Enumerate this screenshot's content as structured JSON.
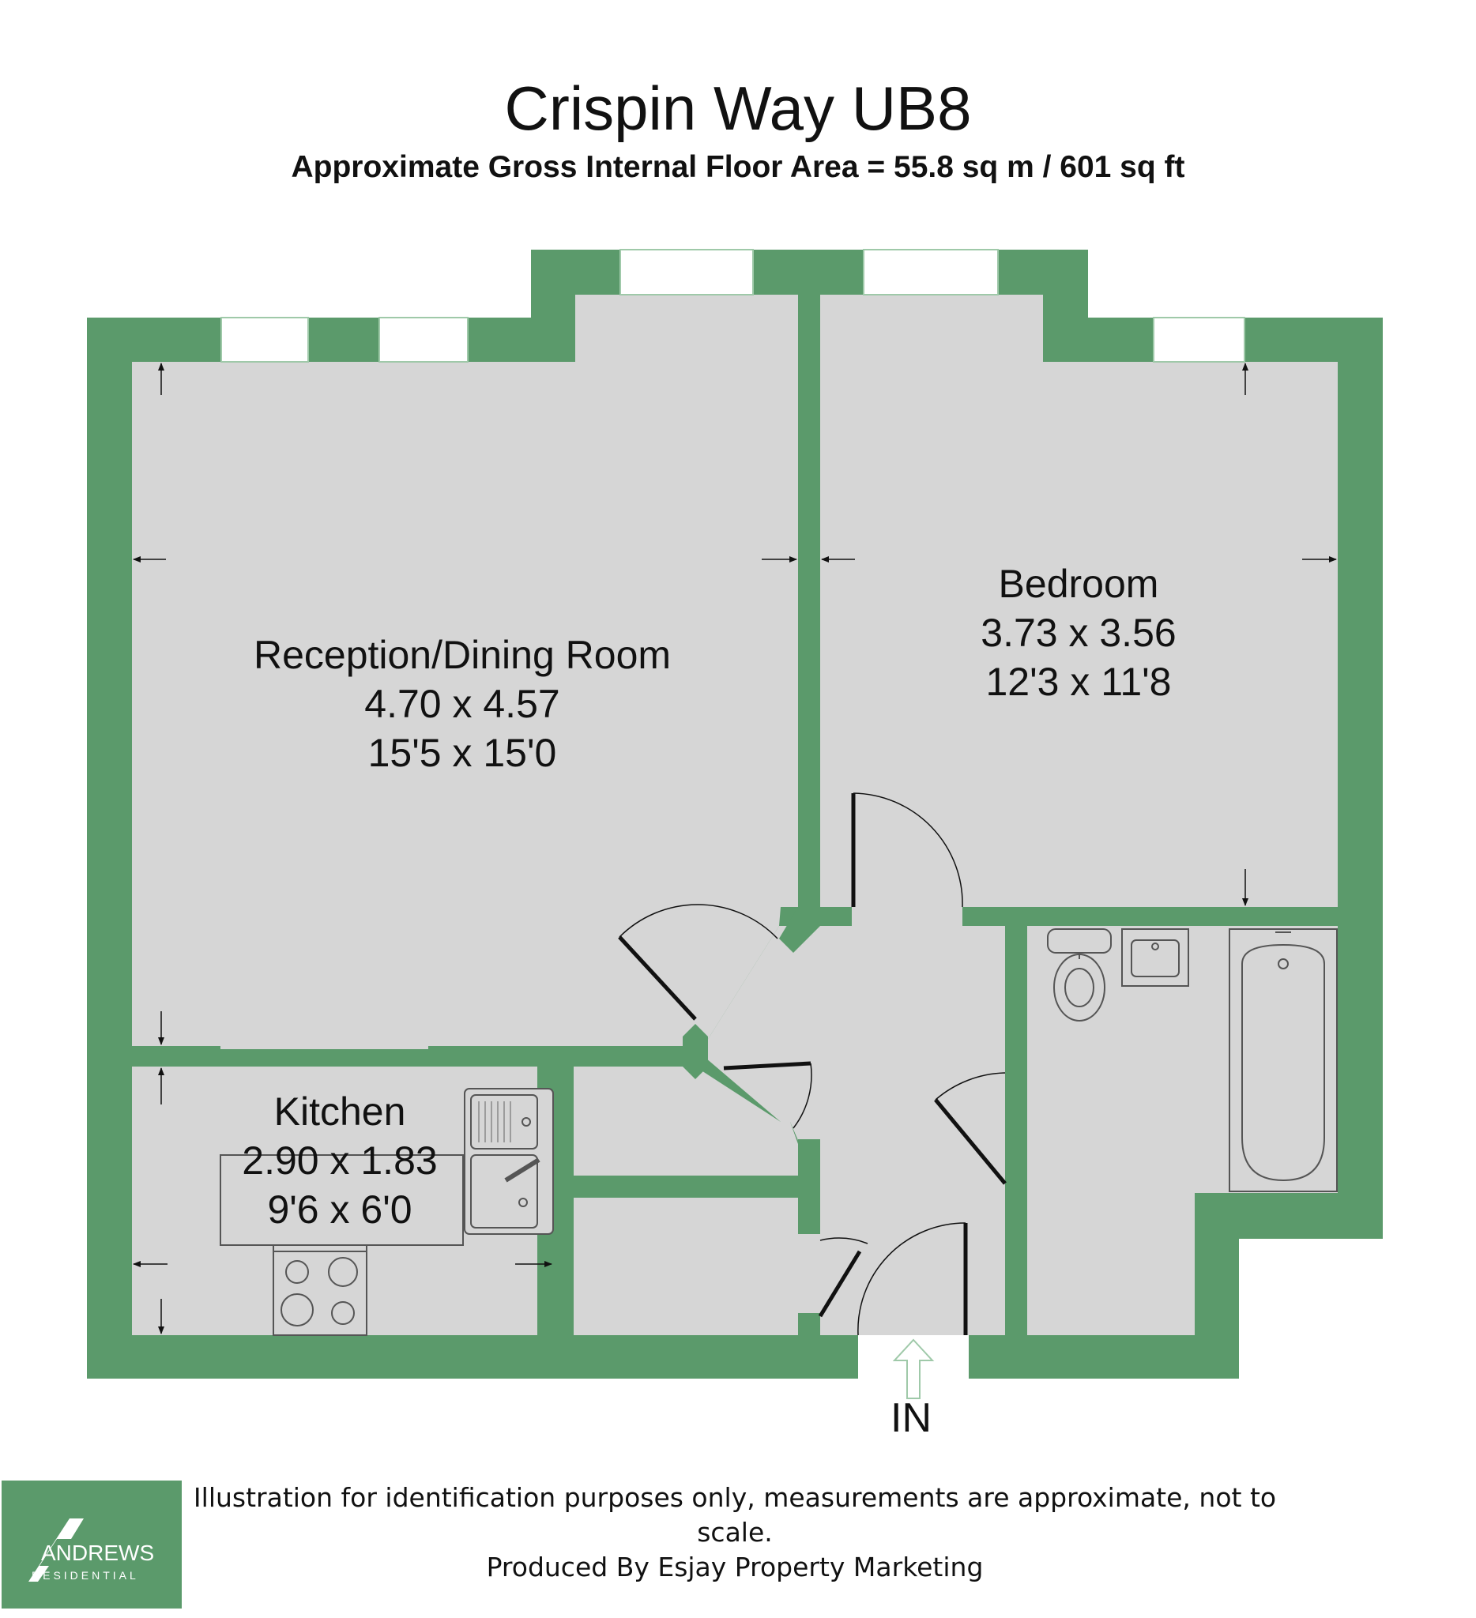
{
  "header": {
    "title": "Crispin Way UB8",
    "subtitle": "Approximate Gross Internal Floor Area = 55.8 sq m / 601 sq ft"
  },
  "rooms": {
    "reception": {
      "name": "Reception/Dining Room",
      "metric": "4.70 x 4.57",
      "imperial": "15'5 x 15'0"
    },
    "bedroom": {
      "name": "Bedroom",
      "metric": "3.73 x 3.56",
      "imperial": "12'3 x 11'8"
    },
    "kitchen": {
      "name": "Kitchen",
      "metric": "2.90 x 1.83",
      "imperial": "9'6 x 6'0"
    }
  },
  "entrance": {
    "label": "IN"
  },
  "footer": {
    "line1": "Illustration for identification purposes only, measurements are approximate, not to scale.",
    "line2": "Produced By Esjay Property Marketing"
  },
  "logo": {
    "name": "ANDREWS",
    "sub": "RESIDENTIAL"
  },
  "colors": {
    "wall": "#5b9a6b",
    "floor": "#d6d6d6",
    "line": "#111111"
  }
}
